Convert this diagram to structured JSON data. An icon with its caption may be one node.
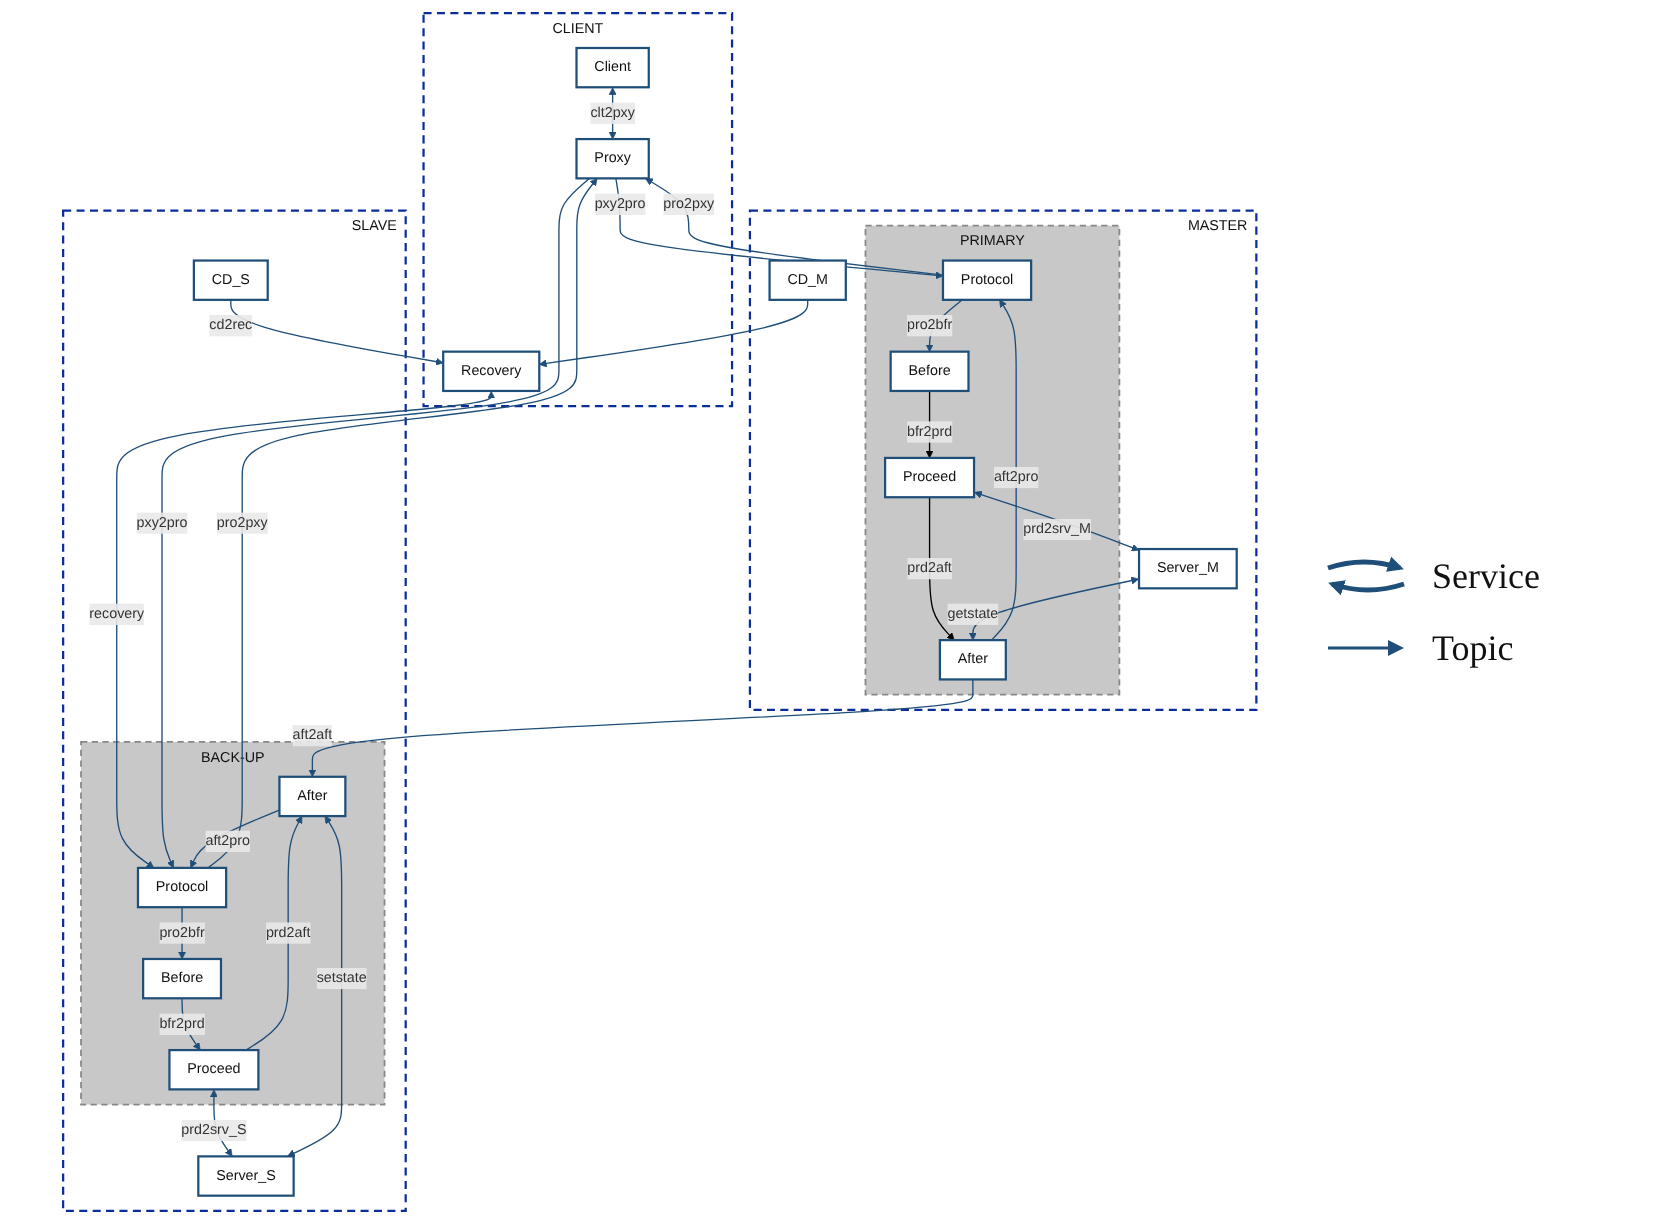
{
  "diagram": {
    "nodes": [
      {
        "text": [
          "CLIENT"
        ]
      },
      {
        "text": [
          "Client"
        ],
        "in": 0
      },
      {
        "text": [
          "Proxy"
        ],
        "in": 0
      },
      {
        "text": [
          "Recovery"
        ],
        "in": 0
      },
      {
        "text": [
          "MASTER"
        ]
      },
      {
        "text": [
          "PRIMARY"
        ],
        "in": 4
      },
      {
        "text": [
          "Protocol"
        ],
        "in": 5
      },
      {
        "text": [
          "Before"
        ],
        "in": 5
      },
      {
        "text": [
          "Proceed"
        ],
        "in": 5
      },
      {
        "text": [
          "After"
        ],
        "in": 5
      },
      {
        "text": [
          "Server_M"
        ],
        "in": 4
      },
      {
        "text": [
          "CD_M"
        ],
        "in": 4
      },
      {
        "text": [
          "SLAVE"
        ]
      },
      {
        "text": [
          "BACK-UP"
        ],
        "in": 12
      },
      {
        "text": [
          "Protocol"
        ],
        "in": 13
      },
      {
        "text": [
          "Before"
        ],
        "in": 13
      },
      {
        "text": [
          "Proceed"
        ],
        "in": 13
      },
      {
        "text": [
          "After"
        ],
        "in": 13
      },
      {
        "text": [
          "Server_S"
        ],
        "in": 12
      },
      {
        "text": [
          "CD_S"
        ],
        "in": 12
      }
    ],
    "edges": [
      {
        "from": 1,
        "to": 2,
        "arrow": "both",
        "label": "clt2pxy"
      },
      {
        "from": 2,
        "to": 6,
        "arrow": "to",
        "label": "pxy2pro"
      },
      {
        "from": 6,
        "to": 2,
        "arrow": "to",
        "label": "pro2pxy"
      },
      {
        "from": 6,
        "to": 7,
        "arrow": "to",
        "label": "pro2bfr"
      },
      {
        "from": 7,
        "to": 8,
        "arrow": "to",
        "label": "bfr2prd",
        "color": "#000000"
      },
      {
        "from": 8,
        "to": 9,
        "arrow": "to",
        "label": "prd2aft",
        "color": "#000000"
      },
      {
        "from": 9,
        "to": 6,
        "arrow": "to",
        "label": "aft2pro"
      },
      {
        "from": 8,
        "to": 10,
        "arrow": "both",
        "label": "prd2srv_M"
      },
      {
        "from": 10,
        "to": 9,
        "arrow": "both",
        "label": "getstate"
      },
      {
        "from": 9,
        "to": 17,
        "arrow": "to",
        "label": "aft2aft"
      },
      {
        "from": 11,
        "to": 3,
        "arrow": "to"
      },
      {
        "from": 19,
        "to": 3,
        "arrow": "to",
        "label": "cd2rec"
      },
      {
        "from": 3,
        "to": 14,
        "arrow": "both",
        "label": "recovery"
      },
      {
        "from": 2,
        "to": 14,
        "arrow": "to",
        "label": "pxy2pro"
      },
      {
        "from": 14,
        "to": 2,
        "arrow": "to",
        "label": "pro2pxy"
      },
      {
        "from": 14,
        "to": 15,
        "arrow": "to",
        "label": "pro2bfr"
      },
      {
        "from": 15,
        "to": 16,
        "arrow": "to",
        "label": "bfr2prd"
      },
      {
        "from": 16,
        "to": 17,
        "arrow": "to",
        "label": "prd2aft"
      },
      {
        "from": 17,
        "to": 14,
        "arrow": "to",
        "label": "aft2pro"
      },
      {
        "from": 16,
        "to": 18,
        "arrow": "both",
        "label": "prd2srv_S"
      },
      {
        "from": 18,
        "to": 17,
        "arrow": "both",
        "label": "setstate"
      }
    ],
    "legend": [
      {
        "text": "Service"
      },
      {
        "text": "Topic"
      }
    ]
  }
}
